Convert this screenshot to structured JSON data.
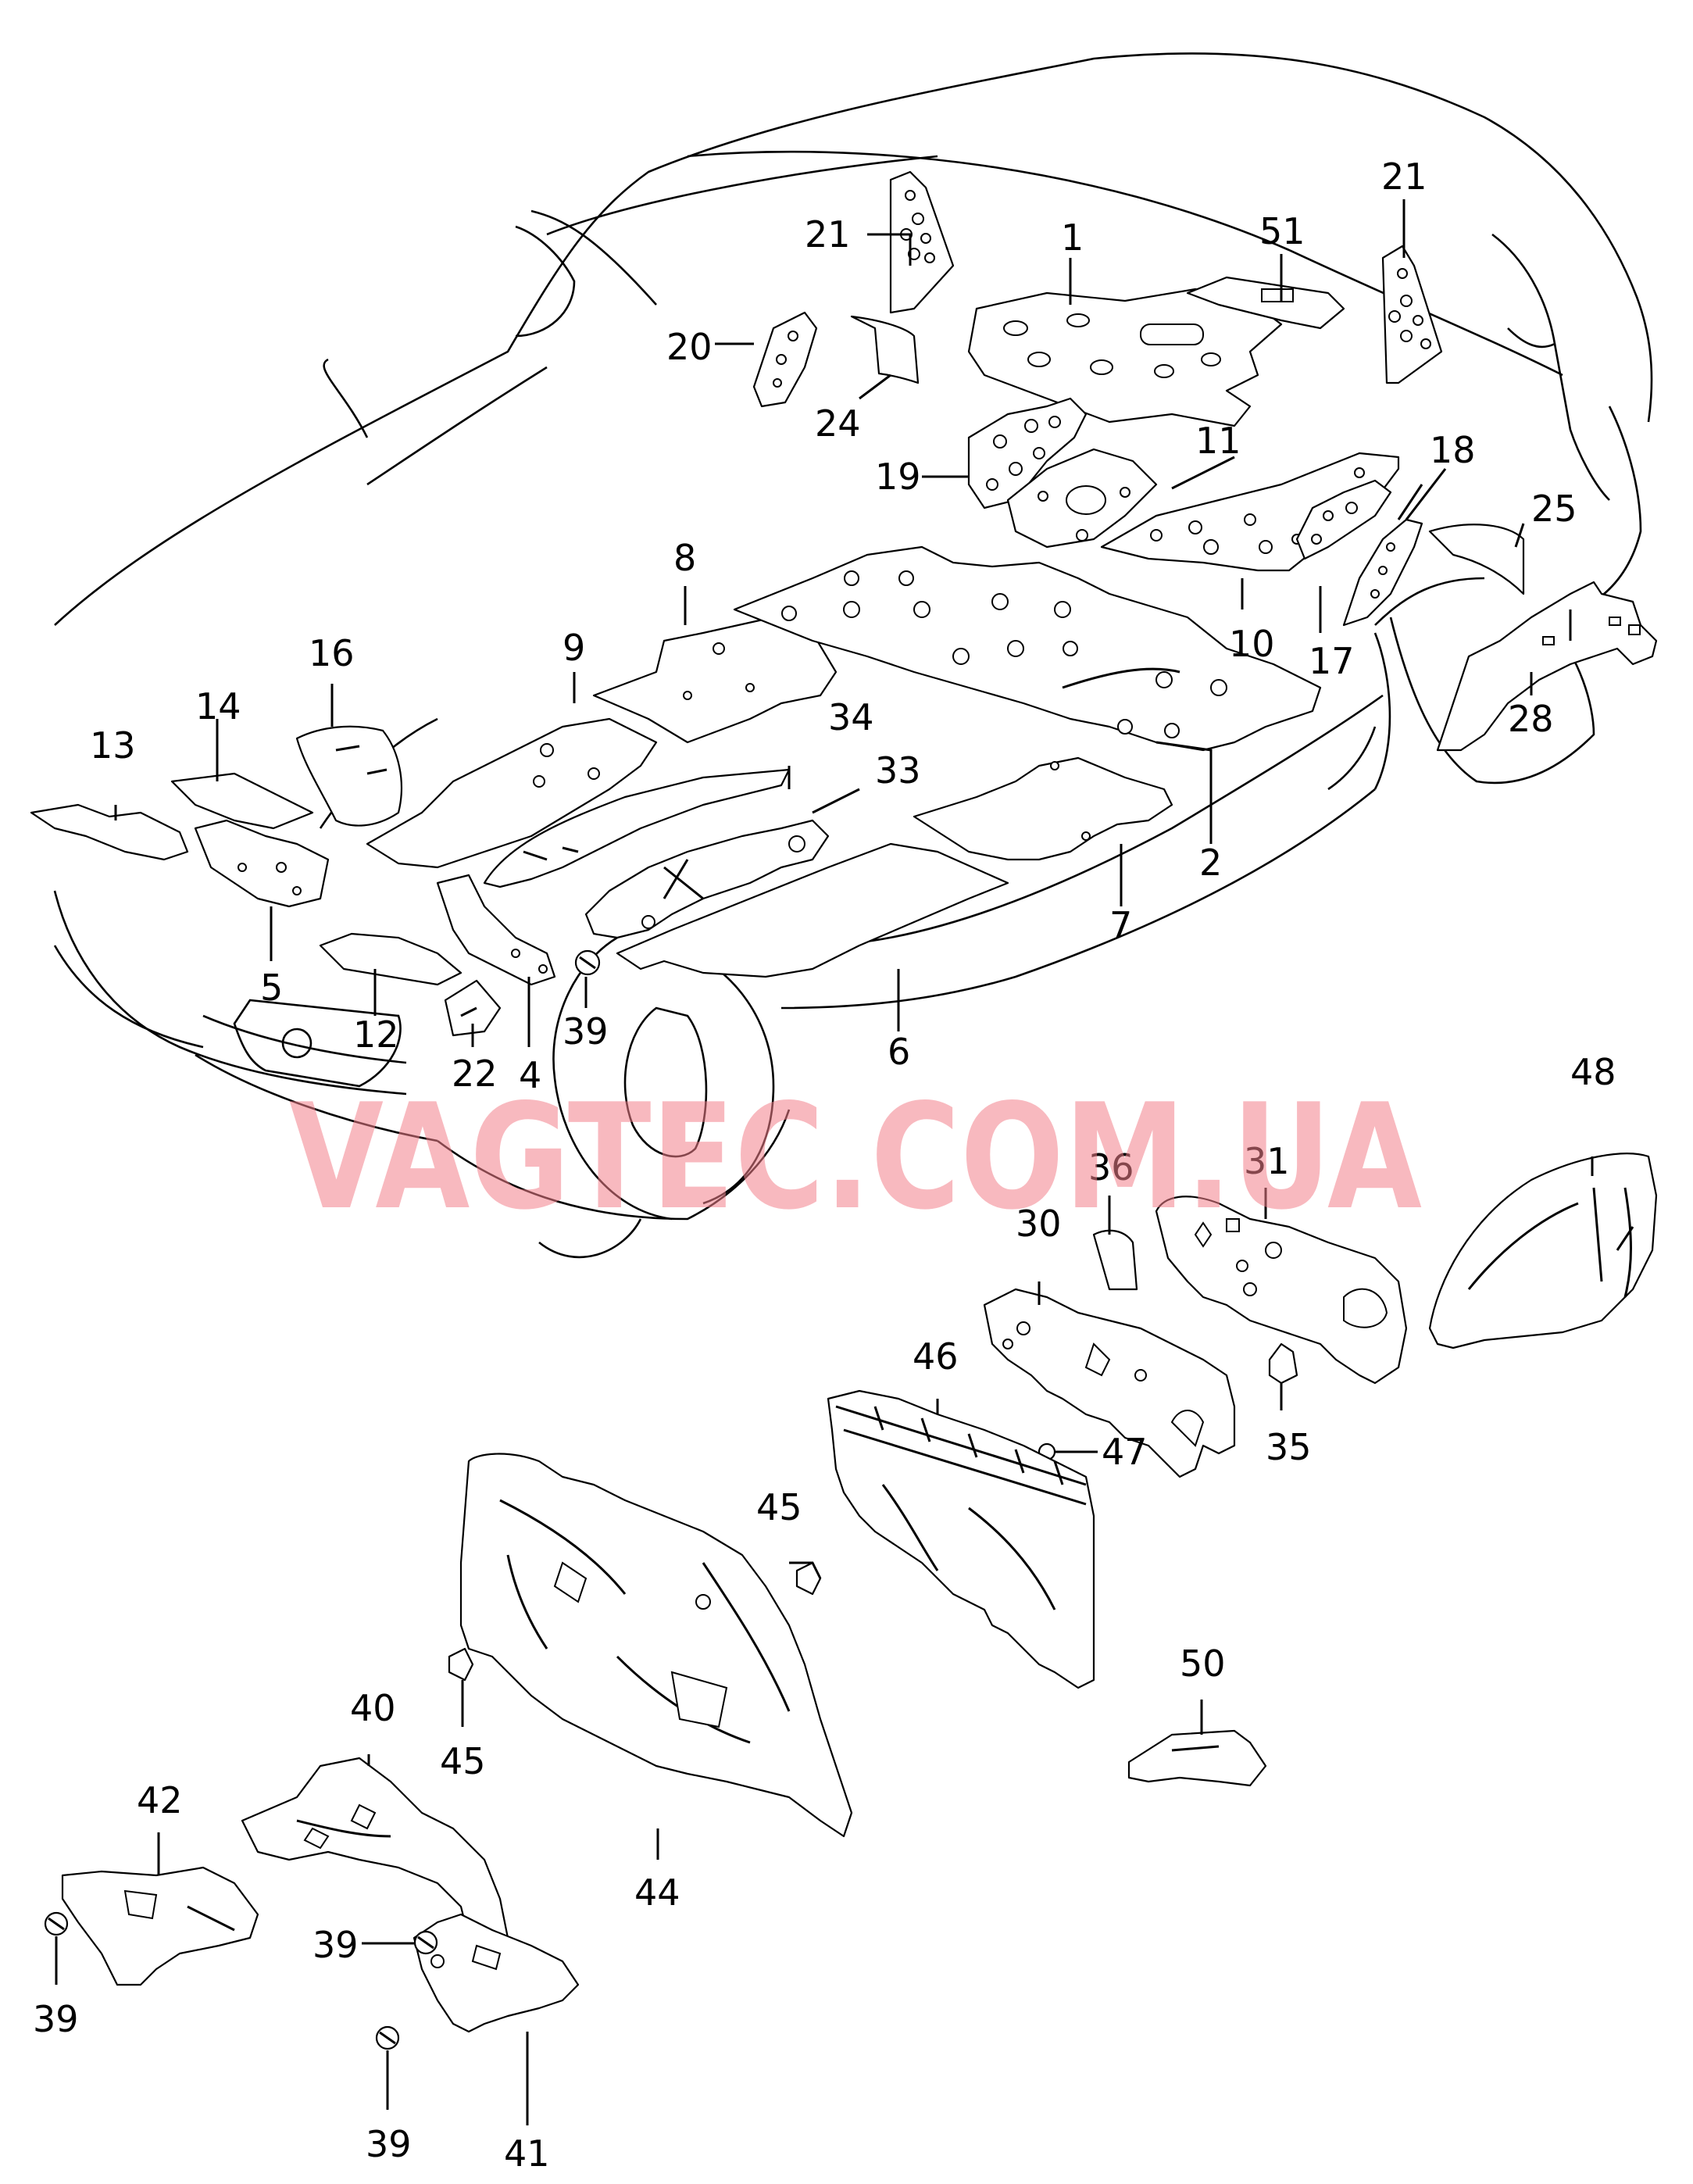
{
  "watermark": "VAGTEC.COM.UA",
  "labels": {
    "l1": "1",
    "l2": "2",
    "l4": "4",
    "l5": "5",
    "l6": "6",
    "l7": "7",
    "l8": "8",
    "l9": "9",
    "l10": "10",
    "l11": "11",
    "l12": "12",
    "l13": "13",
    "l14": "14",
    "l16": "16",
    "l17": "17",
    "l18": "18",
    "l19": "19",
    "l20": "20",
    "l21a": "21",
    "l21b": "21",
    "l22": "22",
    "l24": "24",
    "l25": "25",
    "l28": "28",
    "l30": "30",
    "l31": "31",
    "l33": "33",
    "l34": "34",
    "l35": "35",
    "l36": "36",
    "l39a": "39",
    "l39b": "39",
    "l39c": "39",
    "l39d": "39",
    "l40": "40",
    "l41": "41",
    "l42": "42",
    "l44": "44",
    "l45a": "45",
    "l45b": "45",
    "l46": "46",
    "l47": "47",
    "l48": "48",
    "l50": "50",
    "l51": "51"
  }
}
